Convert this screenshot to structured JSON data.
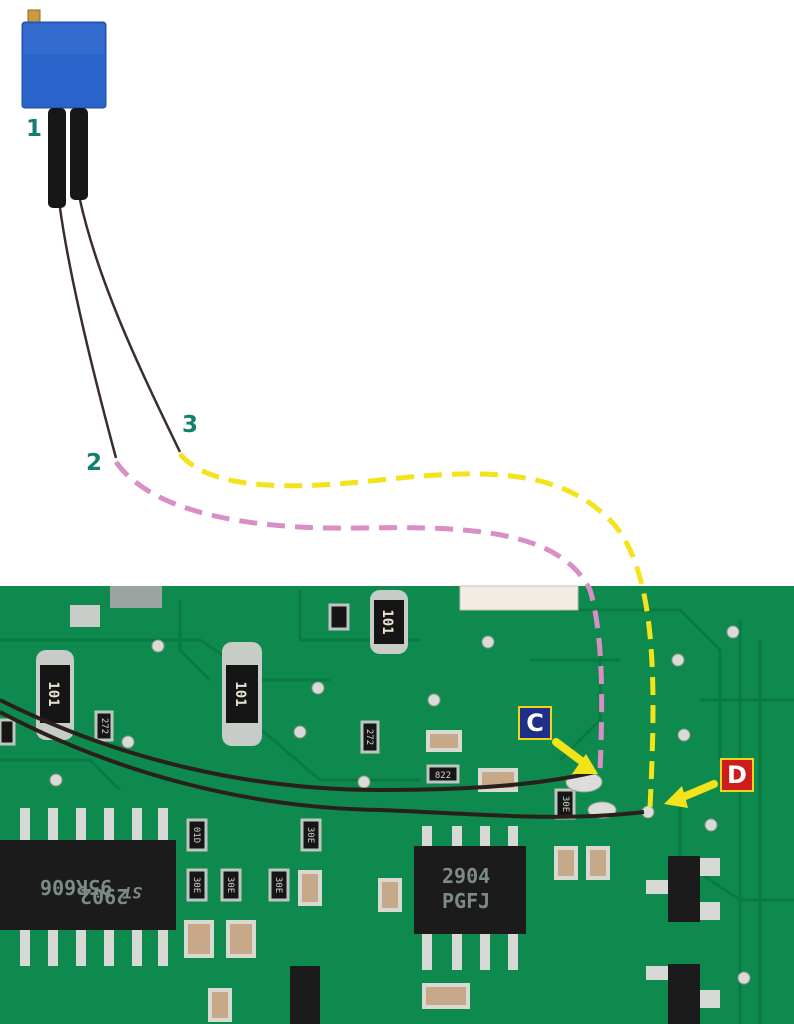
{
  "labels": {
    "pin1": "1",
    "pin2": "2",
    "pin3": "3",
    "point_c": "C",
    "point_d": "D"
  },
  "chips": {
    "left_line1": "2902",
    "left_line2": "95R606",
    "left_logo": "ST",
    "right_line1": "2904",
    "right_line2": "PGFJ"
  },
  "resistors": {
    "r_101": "101",
    "r_30e": "30E",
    "r_01d": "01D",
    "r_272": "272",
    "r_822": "822"
  },
  "colors": {
    "pcb": "#0e8a4f",
    "pcb_trace": "#0b7a45",
    "pin2_dash": "#d98fc6",
    "pin3_dash": "#f3e31a",
    "arrow": "#f3e31a",
    "trimmer": "#2a63c9",
    "label_teal": "#13806e"
  }
}
